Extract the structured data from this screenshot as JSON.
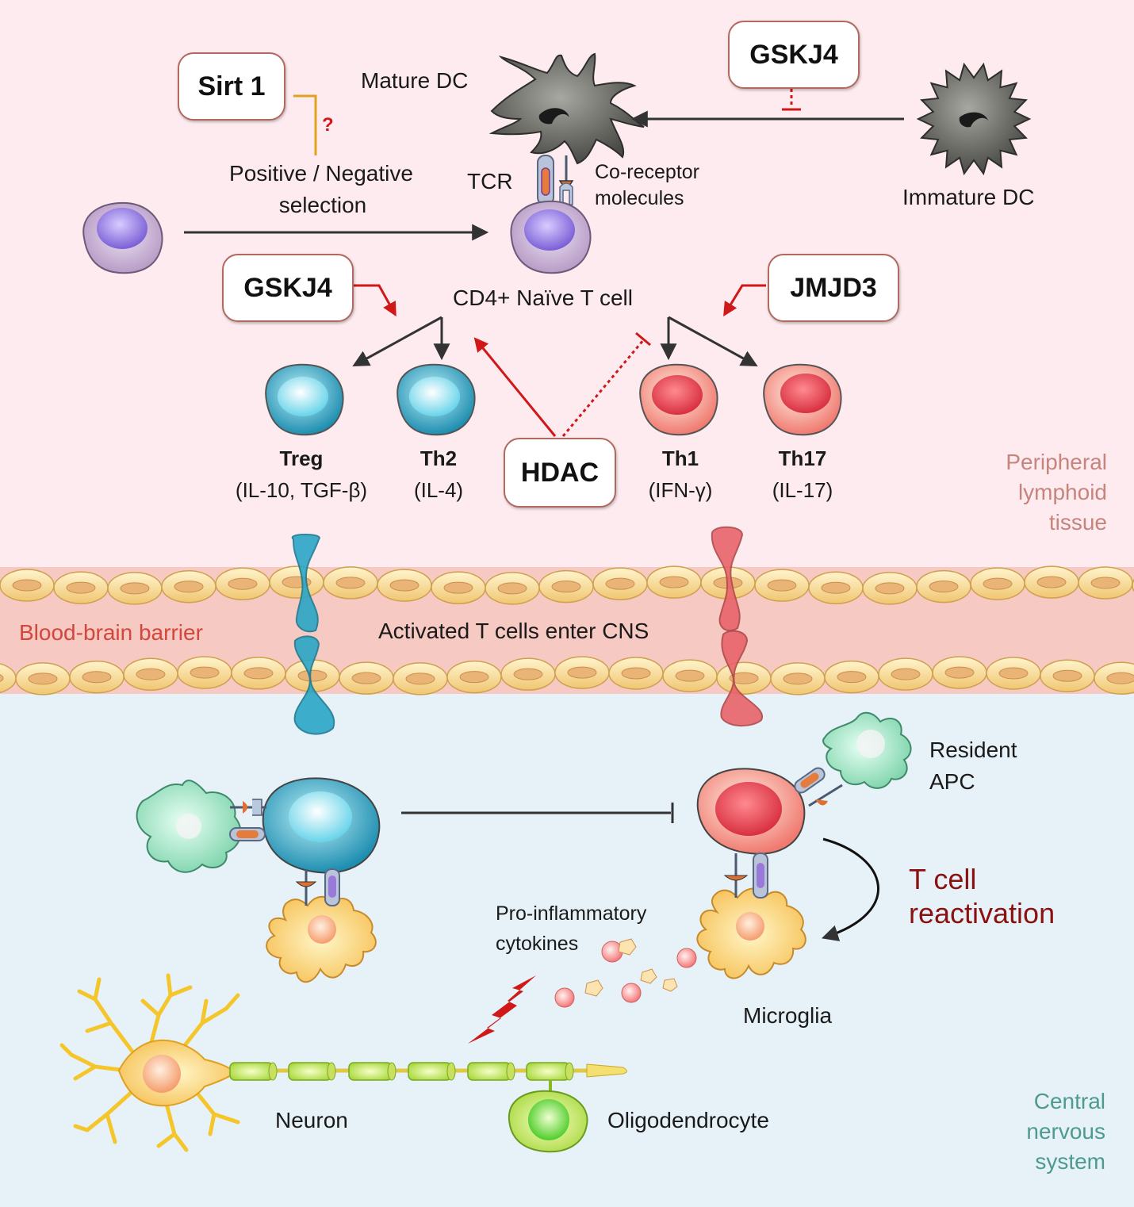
{
  "colors": {
    "peripheral_bg": "#fdebf0",
    "cns_bg": "#e6f2f8",
    "bbb_band": "#f6c9c2",
    "inhibit_red": "#d01818",
    "sirt_orange": "#e0a020",
    "region_peripheral": "#c6847d",
    "region_cns": "#4e9a8f",
    "region_bbb": "#d2463c",
    "reactivation": "#8b1010"
  },
  "boxes": {
    "sirt1": "Sirt 1",
    "gskj4_top": "GSKJ4",
    "gskj4_left": "GSKJ4",
    "jmjd3": "JMJD3",
    "hdac": "HDAC"
  },
  "labels": {
    "mature_dc": "Mature DC",
    "immature_dc": "Immature DC",
    "tcr": "TCR",
    "coreceptor_1": "Co-receptor",
    "coreceptor_2": "molecules",
    "selection_1": "Positive / Negative",
    "selection_2": "selection",
    "question": "?",
    "naive_t": "CD4+ Naïve T cell",
    "activated_enter": "Activated T cells enter CNS",
    "resident_apc_1": "Resident",
    "resident_apc_2": "APC",
    "reactivation_1": "T cell",
    "reactivation_2": "reactivation",
    "proinflam_1": "Pro-inflammatory",
    "proinflam_2": "cytokines",
    "microglia": "Microglia",
    "neuron": "Neuron",
    "oligodendrocyte": "Oligodendrocyte"
  },
  "subsets": [
    {
      "name": "Treg",
      "cytokine": "(IL-10, TGF-β)"
    },
    {
      "name": "Th2",
      "cytokine": "(IL-4)"
    },
    {
      "name": "Th1",
      "cytokine": "(IFN-γ)"
    },
    {
      "name": "Th17",
      "cytokine": "(IL-17)"
    }
  ],
  "regions": {
    "peripheral": [
      "Peripheral",
      "lymphoid",
      "tissue"
    ],
    "bbb": "Blood-brain barrier",
    "cns": [
      "Central",
      "nervous",
      "system"
    ]
  }
}
